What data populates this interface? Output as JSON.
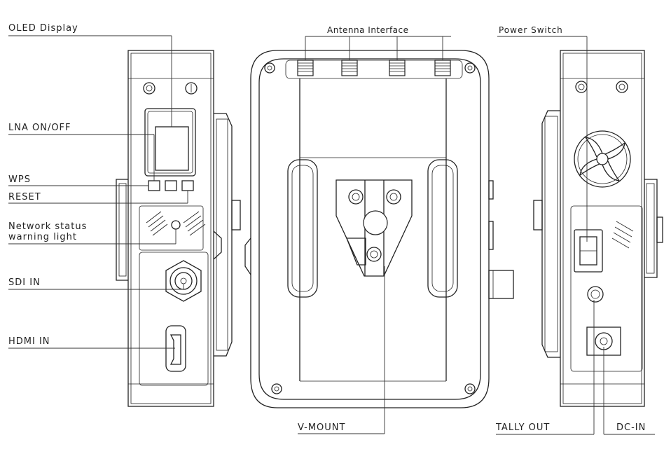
{
  "labels": {
    "oled_display": "OLED Display",
    "lna_on_off": "LNA ON/OFF",
    "wps": "WPS",
    "reset": "RESET",
    "network_status_line1": "Network status",
    "network_status_line2": "warning light",
    "sdi_in": "SDI IN",
    "hdmi_in": "HDMI IN",
    "antenna_interface": "Antenna Interface",
    "v_mount": "V-MOUNT",
    "power_switch": "Power Switch",
    "tally_out": "TALLY OUT",
    "dc_in": "DC-IN"
  },
  "colors": {
    "line": "#222222",
    "background": "#ffffff"
  }
}
